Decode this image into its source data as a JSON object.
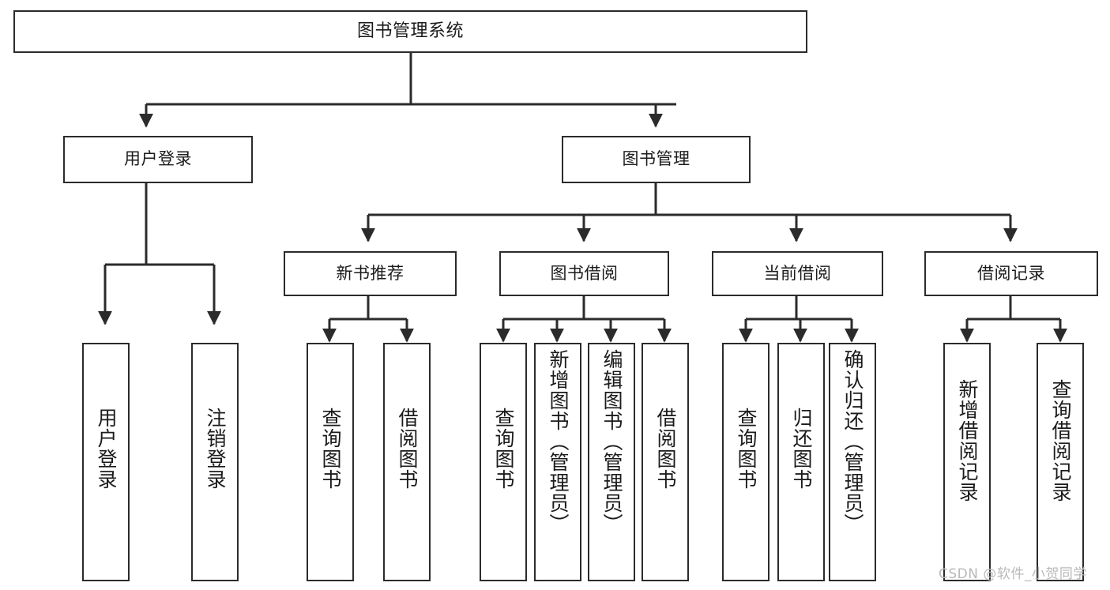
{
  "diagram": {
    "type": "tree",
    "orientation": "top-down",
    "title": "图书管理系统",
    "root": {
      "id": "root",
      "label": "图书管理系统"
    },
    "level2": [
      {
        "id": "user-login",
        "label": "用户登录"
      },
      {
        "id": "book-manage",
        "label": "图书管理"
      }
    ],
    "level3": [
      {
        "id": "new-book-recommend",
        "label": "新书推荐",
        "parent": "book-manage"
      },
      {
        "id": "book-borrow",
        "label": "图书借阅",
        "parent": "book-manage"
      },
      {
        "id": "current-borrow",
        "label": "当前借阅",
        "parent": "book-manage"
      },
      {
        "id": "borrow-record",
        "label": "借阅记录",
        "parent": "book-manage"
      }
    ],
    "leaves": [
      {
        "id": "leaf-user-login",
        "label": "用户登录",
        "parent": "user-login"
      },
      {
        "id": "leaf-logout-login",
        "label": "注销登录",
        "parent": "user-login"
      },
      {
        "id": "leaf-query-book-1",
        "label": "查询图书",
        "parent": "new-book-recommend"
      },
      {
        "id": "leaf-borrow-book-1",
        "label": "借阅图书",
        "parent": "new-book-recommend"
      },
      {
        "id": "leaf-query-book-2",
        "label": "查询图书",
        "parent": "book-borrow"
      },
      {
        "id": "leaf-add-book",
        "label": "新增图书（管理员）",
        "parent": "book-borrow"
      },
      {
        "id": "leaf-edit-book",
        "label": "编辑图书（管理员）",
        "parent": "book-borrow"
      },
      {
        "id": "leaf-borrow-book-2",
        "label": "借阅图书",
        "parent": "book-borrow"
      },
      {
        "id": "leaf-query-book-3",
        "label": "查询图书",
        "parent": "current-borrow"
      },
      {
        "id": "leaf-return-book",
        "label": "归还图书",
        "parent": "current-borrow"
      },
      {
        "id": "leaf-confirm-return",
        "label": "确认归还（管理员）",
        "parent": "current-borrow"
      },
      {
        "id": "leaf-add-record",
        "label": "新增借阅记录",
        "parent": "borrow-record"
      },
      {
        "id": "leaf-query-record",
        "label": "查询借阅记录",
        "parent": "borrow-record"
      }
    ]
  },
  "watermark": {
    "text": "CSDN @软件_小贺同学"
  },
  "colors": {
    "stroke": "#2b2b2b",
    "background": "#ffffff",
    "text": "#1b1b1b",
    "watermark": "#b9b9b9"
  }
}
